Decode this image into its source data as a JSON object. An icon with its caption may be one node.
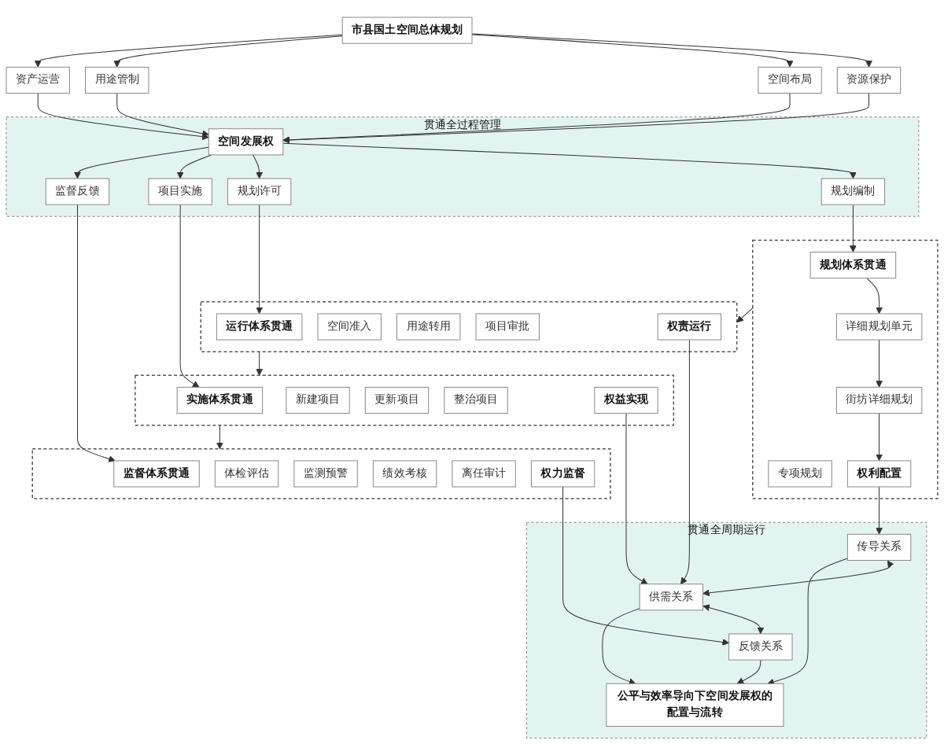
{
  "diagram": {
    "nodes": [
      {
        "text": [
          "市县国土空间总体规划"
        ]
      },
      {
        "text": [
          "资源保护"
        ]
      },
      {
        "text": [
          "空间布局"
        ]
      },
      {
        "text": [
          "用途管制"
        ]
      },
      {
        "text": [
          "资产运营"
        ]
      },
      {
        "text": [
          "贯通全过程管理"
        ]
      },
      {
        "text": [
          "空间发展权"
        ],
        "in": 5
      },
      {
        "text": [
          "规划编制"
        ],
        "in": 5
      },
      {
        "text": [
          "规划许可"
        ],
        "in": 5
      },
      {
        "text": [
          "项目实施"
        ],
        "in": 5
      },
      {
        "text": [
          "监督反馈"
        ],
        "in": 5
      },
      {
        "text": [],
        "shape": "box"
      },
      {
        "text": [
          "规划体系贯通"
        ],
        "in": 11
      },
      {
        "text": [
          "专项规划"
        ],
        "in": 11
      },
      {
        "text": [
          "详细规划单元"
        ],
        "in": 11
      },
      {
        "text": [
          "街坊详细规划"
        ],
        "in": 11
      },
      {
        "text": [
          "权利配置"
        ],
        "in": 11
      },
      {
        "text": [],
        "shape": "box"
      },
      {
        "text": [
          "运行体系贯通"
        ],
        "in": 17
      },
      {
        "text": [
          "空间准入"
        ],
        "in": 17
      },
      {
        "text": [
          "用途转用"
        ],
        "in": 17
      },
      {
        "text": [
          "项目审批"
        ],
        "in": 17
      },
      {
        "text": [
          "权责运行"
        ],
        "in": 17
      },
      {
        "text": [],
        "shape": "box"
      },
      {
        "text": [
          "实施体系贯通"
        ],
        "in": 23
      },
      {
        "text": [
          "新建项目"
        ],
        "in": 23
      },
      {
        "text": [
          "更新项目"
        ],
        "in": 23
      },
      {
        "text": [
          "整治项目"
        ],
        "in": 23
      },
      {
        "text": [
          "权益实现"
        ],
        "in": 23
      },
      {
        "text": [],
        "shape": "box"
      },
      {
        "text": [
          "监督体系贯通"
        ],
        "in": 29
      },
      {
        "text": [
          "体检评估"
        ],
        "in": 29
      },
      {
        "text": [
          "监测预警"
        ],
        "in": 29
      },
      {
        "text": [
          "绩效考核"
        ],
        "in": 29
      },
      {
        "text": [
          "离任审计"
        ],
        "in": 29
      },
      {
        "text": [
          "权力监督"
        ],
        "in": 29
      },
      {
        "text": [
          "贯通全周期运行"
        ]
      },
      {
        "text": [
          "传导关系"
        ],
        "in": 36
      },
      {
        "text": [
          "供需关系"
        ],
        "in": 36
      },
      {
        "text": [
          "反馈关系"
        ],
        "in": 36
      },
      {
        "text": [
          "公平与效率导向下空间发展权的配置与流转"
        ],
        "in": 36
      }
    ],
    "edges": [
      {
        "from": 0,
        "to": 1,
        "arrow": "to"
      },
      {
        "from": 0,
        "to": 2,
        "arrow": "to"
      },
      {
        "from": 0,
        "to": 3,
        "arrow": "to"
      },
      {
        "from": 0,
        "to": 4,
        "arrow": "to"
      },
      {
        "from": 1,
        "to": 6,
        "arrow": "to"
      },
      {
        "from": 2,
        "to": 6,
        "arrow": "to"
      },
      {
        "from": 3,
        "to": 6,
        "arrow": "to"
      },
      {
        "from": 4,
        "to": 6,
        "arrow": "to"
      },
      {
        "from": 6,
        "to": 7,
        "arrow": "to"
      },
      {
        "from": 6,
        "to": 8,
        "arrow": "to"
      },
      {
        "from": 6,
        "to": 9,
        "arrow": "to"
      },
      {
        "from": 6,
        "to": 10,
        "arrow": "to"
      },
      {
        "from": 7,
        "to": 12,
        "arrow": "to"
      },
      {
        "from": 8,
        "to": 18,
        "arrow": "to"
      },
      {
        "from": 9,
        "to": 24,
        "arrow": "to"
      },
      {
        "from": 10,
        "to": 30,
        "arrow": "to"
      },
      {
        "from": 12,
        "to": 14,
        "arrow": "to"
      },
      {
        "from": 14,
        "to": 15,
        "arrow": "to"
      },
      {
        "from": 15,
        "to": 16,
        "arrow": "to"
      },
      {
        "from": 11,
        "to": 17,
        "arrow": "to"
      },
      {
        "from": 17,
        "to": 23,
        "arrow": "to"
      },
      {
        "from": 23,
        "to": 29,
        "arrow": "to"
      },
      {
        "from": 16,
        "to": 37,
        "arrow": "to"
      },
      {
        "from": 22,
        "to": 38,
        "arrow": "to"
      },
      {
        "from": 28,
        "to": 38,
        "arrow": "to"
      },
      {
        "from": 35,
        "to": 39,
        "arrow": "to"
      },
      {
        "from": 37,
        "to": 38,
        "arrow": "both"
      },
      {
        "from": 38,
        "to": 39,
        "arrow": "both"
      },
      {
        "from": 37,
        "to": 40,
        "arrow": "to"
      },
      {
        "from": 38,
        "to": 40,
        "arrow": "to"
      },
      {
        "from": 39,
        "to": 40,
        "arrow": "to"
      }
    ]
  }
}
